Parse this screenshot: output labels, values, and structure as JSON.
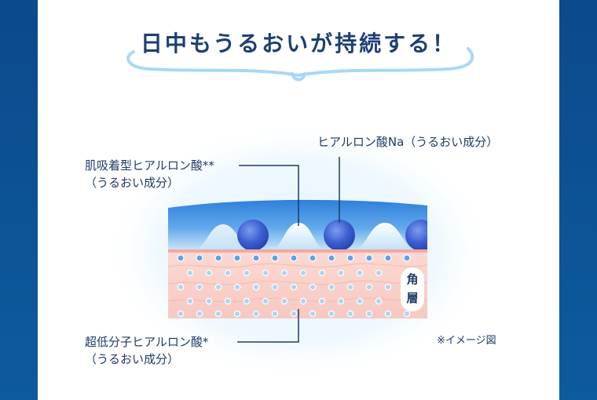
{
  "title": "日中もうるおいが持続する！",
  "labels": {
    "top_right": "ヒアルロン酸Na（うるおい成分）",
    "top_left_line1": "肌吸着型ヒアルロン酸**",
    "top_left_line2": "（うるおい成分）",
    "bottom_left_line1": "超低分子ヒアルロン酸*",
    "bottom_left_line2": "（うるおい成分）"
  },
  "badge": {
    "line1": "角",
    "line2": "層"
  },
  "note": "※イメージ図",
  "colors": {
    "frame": "#0b4a8c",
    "title": "#1d3f73",
    "leader": "#1f3a66",
    "film": "#3d8fe0",
    "skin": "#f8cfc8",
    "sphere": "#3558c9"
  }
}
